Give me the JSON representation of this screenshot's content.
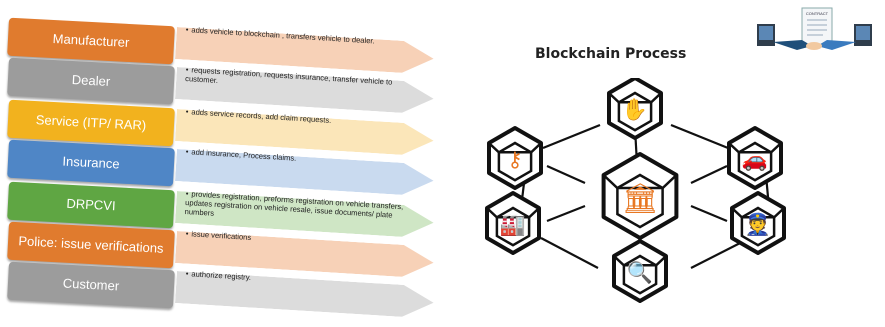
{
  "diagram": {
    "title": "Blockchain Process",
    "steps": [
      {
        "label": "Manufacturer",
        "description": "adds vehicle to blockchain , transfers vehicle to dealer.",
        "color": "#E07B2E",
        "arrow": "#F7D1B7"
      },
      {
        "label": "Dealer",
        "description": "requests registration, requests insurance, transfer vehicle to customer.",
        "color": "#9C9C9C",
        "arrow": "#DCDCDC"
      },
      {
        "label": "Service (ITP/ RAR)",
        "description": "adds service records, add claim requests.",
        "color": "#F2B21E",
        "arrow": "#FBE6B9"
      },
      {
        "label": "Insurance",
        "description": "add insurance, Process claims.",
        "color": "#4F86C6",
        "arrow": "#C9DAEF"
      },
      {
        "label": "DRPCVI",
        "description": "provides registration, preforms registration on vehicle transfers, updates registration on vehicle resale, issue documents/ plate numbers",
        "color": "#5FA643",
        "arrow": "#CFE6C5"
      },
      {
        "label": "Police: issue verifications",
        "description": "issue verifications",
        "color": "#E07B2E",
        "arrow": "#F7D1B7"
      },
      {
        "label": "Customer",
        "description": "authorize registry.",
        "color": "#9C9C9C",
        "arrow": "#DCDCDC"
      }
    ],
    "nodes": [
      {
        "icon": "hand-coin-icon",
        "position": "top"
      },
      {
        "icon": "key-icon",
        "position": "upper-left"
      },
      {
        "icon": "car-icon",
        "position": "upper-right"
      },
      {
        "icon": "bank-icon",
        "position": "center"
      },
      {
        "icon": "factory-icon",
        "position": "lower-left"
      },
      {
        "icon": "police-icon",
        "position": "lower-right"
      },
      {
        "icon": "people-search-icon",
        "position": "bottom"
      }
    ],
    "accent_color": "#E87722",
    "contract_label": "CONTRACT"
  }
}
